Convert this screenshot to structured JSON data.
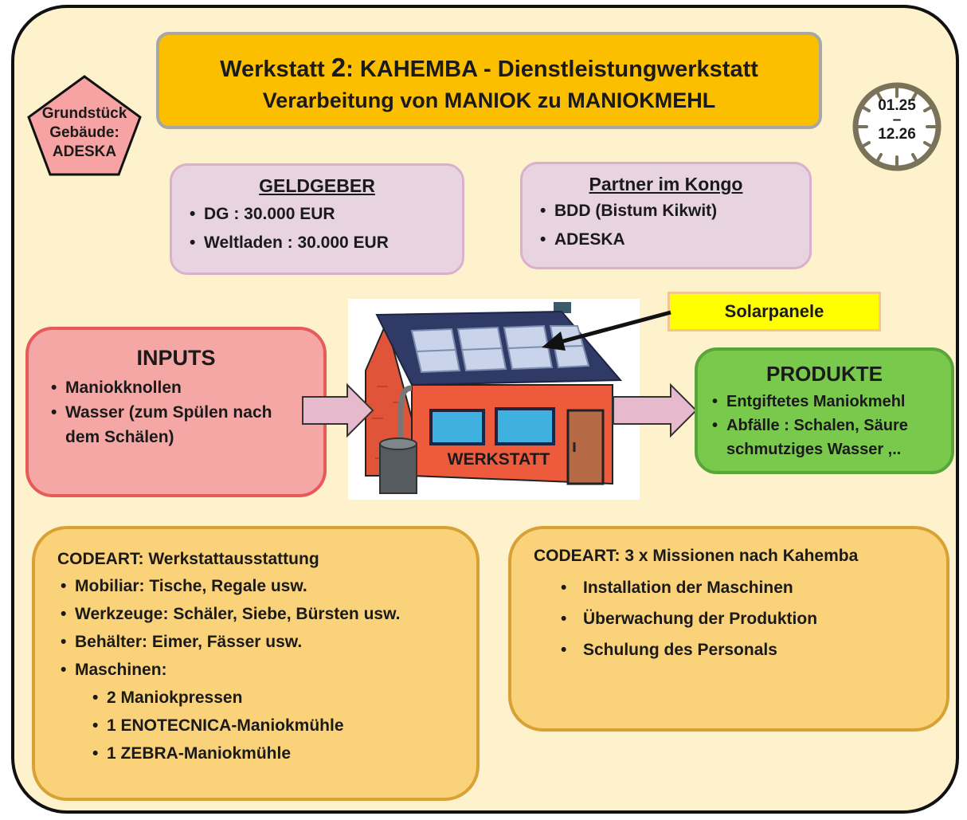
{
  "title": {
    "prefix": "Werkstatt ",
    "number": "2",
    "rest": ": KAHEMBA  - Dienstleistungwerkstatt",
    "line2": "Verarbeitung  von MANIOK zu MANIOKMEHL"
  },
  "pentagon": {
    "lines": [
      "Grundstück",
      "Gebäude:",
      "ADESKA"
    ]
  },
  "clock": {
    "start": "01.25",
    "dash": "–",
    "end": "12.26"
  },
  "geldgeber": {
    "heading": "GELDGEBER",
    "items": [
      "DG : 30.000 EUR",
      "Weltladen : 30.000 EUR"
    ]
  },
  "partner": {
    "heading": "Partner im Kongo",
    "items": [
      "BDD (Bistum Kikwit)",
      "ADESKA"
    ]
  },
  "solar_label": "Solarpanele",
  "house_label": "WERKSTATT",
  "inputs": {
    "heading": "INPUTS",
    "items": [
      "Maniokknollen",
      "Wasser (zum Spülen nach dem Schälen)"
    ]
  },
  "produkte": {
    "heading": "PRODUKTE",
    "items": [
      "Entgiftetes Maniokmehl",
      "Abfälle : Schalen, Säure schmutziges Wasser ,.."
    ]
  },
  "codeart1": {
    "heading": "CODEART: Werkstattausstattung",
    "items": [
      "Mobiliar: Tische, Regale usw.",
      "Werkzeuge: Schäler, Siebe, Bürsten usw.",
      "Behälter: Eimer, Fässer usw.",
      "Maschinen:"
    ],
    "sub_items": [
      "2 Maniokpressen",
      "1 ENOTECNICA-Maniokmühle",
      "1 ZEBRA-Maniokmühle"
    ]
  },
  "codeart2": {
    "heading": "CODEART: 3 x Missionen nach Kahemba",
    "items": [
      "Installation der Maschinen",
      "Überwachung der Produktion",
      "Schulung des Personals"
    ]
  },
  "colors": {
    "background": "#fdf2cc",
    "title_fill": "#fbbf00",
    "pink_box": "#e8d3e0",
    "inputs_fill": "#f5a7a5",
    "produkte_fill": "#78c94c",
    "codeart_fill": "#fad27a",
    "solar_label_fill": "#ffff00"
  }
}
